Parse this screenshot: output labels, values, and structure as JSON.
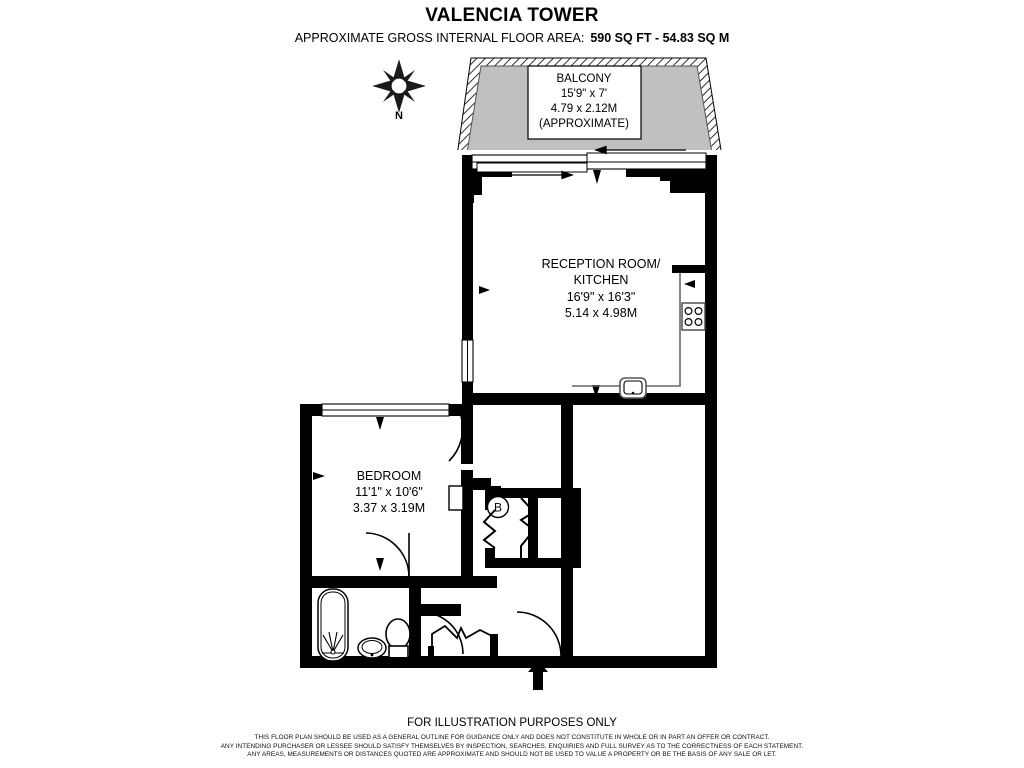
{
  "header": {
    "title": "VALENCIA TOWER",
    "area_label": "APPROXIMATE GROSS INTERNAL FLOOR AREA:",
    "area_value": "590 SQ FT  -  54.83 SQ M"
  },
  "compass": {
    "north_label": "N",
    "icon": "compass-rose-icon"
  },
  "rooms": [
    {
      "id": "balcony",
      "name": "BALCONY",
      "dim_imperial": "15'9\" x 7'",
      "dim_metric": "4.79 x 2.12M",
      "note": "(APPROXIMATE)",
      "fill": "#c0c0c0"
    },
    {
      "id": "reception-kitchen",
      "name_line1": "RECEPTION ROOM/",
      "name_line2": "KITCHEN",
      "dim_imperial": "16'9\" x 16'3\"",
      "dim_metric": "5.14 x 4.98M"
    },
    {
      "id": "bedroom",
      "name": "BEDROOM",
      "dim_imperial": "11'1\" x 10'6\"",
      "dim_metric": "3.37 x 3.19M"
    }
  ],
  "markers": [
    {
      "id": "cupboard-b",
      "label": "B"
    }
  ],
  "fixtures": [
    {
      "id": "hob",
      "name": "kitchen-hob-icon",
      "burners": 4
    },
    {
      "id": "sink",
      "name": "kitchen-sink-icon"
    },
    {
      "id": "bath",
      "name": "bathtub-icon"
    },
    {
      "id": "basin",
      "name": "wash-basin-icon"
    },
    {
      "id": "wc",
      "name": "toilet-icon"
    },
    {
      "id": "entrance",
      "name": "entrance-arrow-icon"
    }
  ],
  "footer": {
    "title": "FOR ILLUSTRATION PURPOSES ONLY",
    "disclaimer_line1": "THIS FLOOR PLAN SHOULD BE USED AS A GENERAL OUTLINE FOR GUIDANCE ONLY AND DOES NOT CONSTITUTE IN WHOLE OR IN PART AN OFFER OR CONTRACT.",
    "disclaimer_line2": "ANY INTENDING PURCHASER OR LESSEE SHOULD SATISFY THEMSELVES BY INSPECTION, SEARCHES, ENQUIRIES AND FULL SURVEY AS TO THE CORRECTNESS OF EACH STATEMENT.",
    "disclaimer_line3": "ANY AREAS, MEASUREMENTS OR DISTANCES QUOTED ARE APPROXIMATE AND SHOULD NOT BE USED TO VALUE A PROPERTY OR BE THE BASIS OF ANY SALE OR LET."
  },
  "colors": {
    "wall": "#000000",
    "balcony_fill": "#c0c0c0",
    "page_background": "#ffffff",
    "fixture_outline": "#000000"
  }
}
